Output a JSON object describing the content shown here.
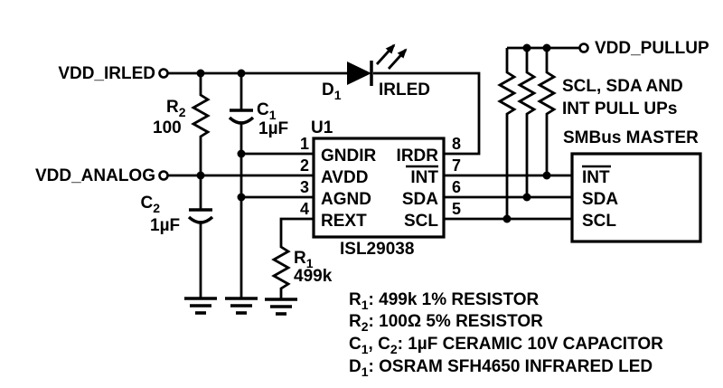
{
  "nets": {
    "vdd_irled": "VDD_IRLED",
    "vdd_analog": "VDD_ANALOG",
    "vdd_pullup": "VDD_PULLUP"
  },
  "ic": {
    "refdes": "U1",
    "part": "ISL29038",
    "left_pins": [
      {
        "num": "1",
        "name": "GNDIR"
      },
      {
        "num": "2",
        "name": "AVDD"
      },
      {
        "num": "3",
        "name": "AGND"
      },
      {
        "num": "4",
        "name": "REXT"
      }
    ],
    "right_pins": [
      {
        "num": "8",
        "name": "IRDR"
      },
      {
        "num": "7",
        "name": "INT"
      },
      {
        "num": "6",
        "name": "SDA"
      },
      {
        "num": "5",
        "name": "SCL"
      }
    ]
  },
  "smbus": {
    "title": "SMBus MASTER",
    "pins": [
      {
        "name": "INT"
      },
      {
        "name": "SDA"
      },
      {
        "name": "SCL"
      }
    ]
  },
  "pullups": {
    "line1": "SCL, SDA AND",
    "line2": "INT PULL UPs"
  },
  "components": {
    "r2": {
      "parts": [
        {
          "t": "R"
        },
        {
          "t": "2",
          "sub": true
        }
      ],
      "value": "100"
    },
    "c1": {
      "parts": [
        {
          "t": "C"
        },
        {
          "t": "1",
          "sub": true
        }
      ],
      "value": "1µF"
    },
    "c2": {
      "parts": [
        {
          "t": "C"
        },
        {
          "t": "2",
          "sub": true
        }
      ],
      "value": "1µF"
    },
    "r1": {
      "parts": [
        {
          "t": "R"
        },
        {
          "t": "1",
          "sub": true
        }
      ],
      "value": "499k"
    },
    "d1": {
      "parts": [
        {
          "t": "D"
        },
        {
          "t": "1",
          "sub": true
        }
      ],
      "label": "IRLED"
    }
  },
  "notes": [
    {
      "parts": [
        {
          "t": "R"
        },
        {
          "t": "1",
          "sub": true
        },
        {
          "t": ": 499k 1% RESISTOR"
        }
      ]
    },
    {
      "parts": [
        {
          "t": "R"
        },
        {
          "t": "2",
          "sub": true
        },
        {
          "t": ": 100Ω 5% RESISTOR"
        }
      ]
    },
    {
      "parts": [
        {
          "t": "C"
        },
        {
          "t": "1",
          "sub": true
        },
        {
          "t": ", C"
        },
        {
          "t": "2",
          "sub": true
        },
        {
          "t": ": 1µF CERAMIC 10V CAPACITOR"
        }
      ]
    },
    {
      "parts": [
        {
          "t": "D"
        },
        {
          "t": "1",
          "sub": true
        },
        {
          "t": ": OSRAM SFH4650 INFRARED LED"
        }
      ]
    }
  ],
  "colors": {
    "ink": "#000000",
    "background": "#ffffff"
  }
}
